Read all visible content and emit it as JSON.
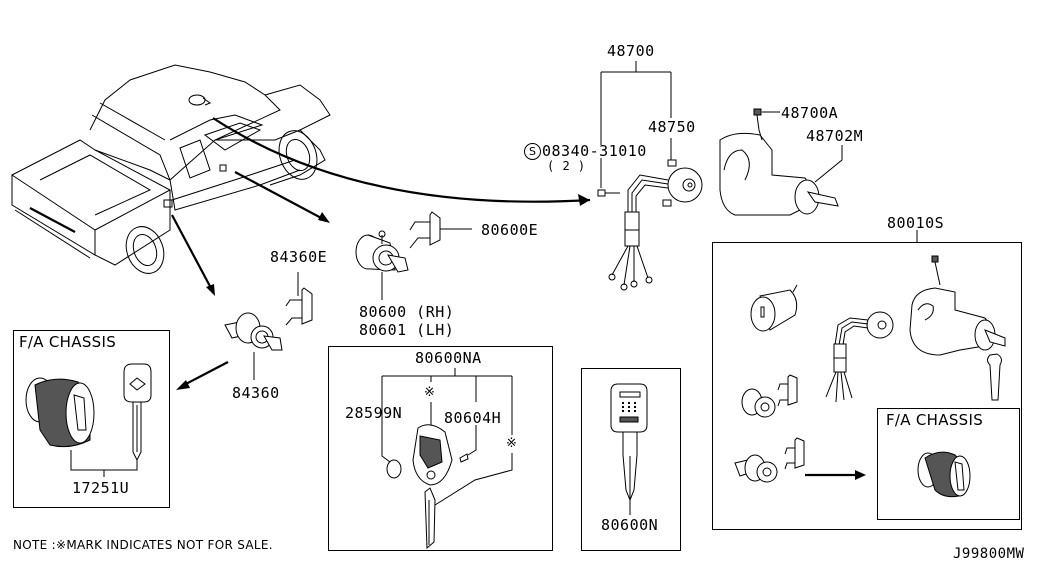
{
  "diagram": {
    "drawing_code": "J99800MW",
    "note": "NOTE :※MARK INDICATES NOT FOR SALE.",
    "not_for_sale_mark": "※",
    "callouts": {
      "p48700": "48700",
      "p48750": "48750",
      "p08340": "08340-31010",
      "p08340_qty": "( 2 )",
      "p48700a": "48700A",
      "p48702m": "48702M",
      "p80600e": "80600E",
      "p84360e": "84360E",
      "p80600_rh": "80600 (RH)",
      "p80601_lh": "80601 (LH)",
      "p84360": "84360",
      "p80010s": "80010S",
      "p80600na": "80600NA",
      "p28599n": "28599N",
      "p80604h": "80604H",
      "p80600n": "80600N",
      "p17251u": "17251U"
    },
    "boxes": {
      "fa_chassis_left": "F/A CHASSIS",
      "fa_chassis_right": "F/A CHASSIS"
    },
    "symbols": {
      "standard_part": "S"
    }
  }
}
